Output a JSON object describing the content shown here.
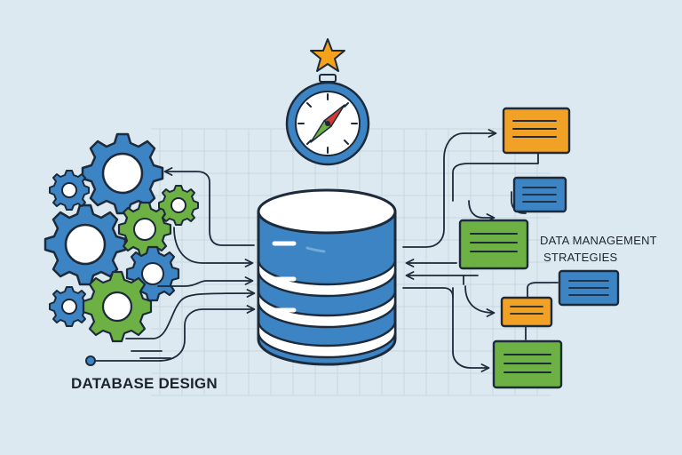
{
  "labels": {
    "database_design": "DATABASE DESIGN",
    "data_management_line1": "DATA MANAGEMENT",
    "data_management_line2": "STRATEGIES"
  },
  "icons": {
    "compass": "compass-icon",
    "star": "star-icon",
    "gears": "gears-icon",
    "database": "database-icon",
    "notes": "note-card-icon"
  },
  "colors": {
    "background": "#dde9f1",
    "grid": "#c8d6df",
    "outline": "#1d2a3a",
    "blue": "#3c84c4",
    "green": "#6db144",
    "orange": "#f0a126",
    "star": "#f4a11c"
  }
}
